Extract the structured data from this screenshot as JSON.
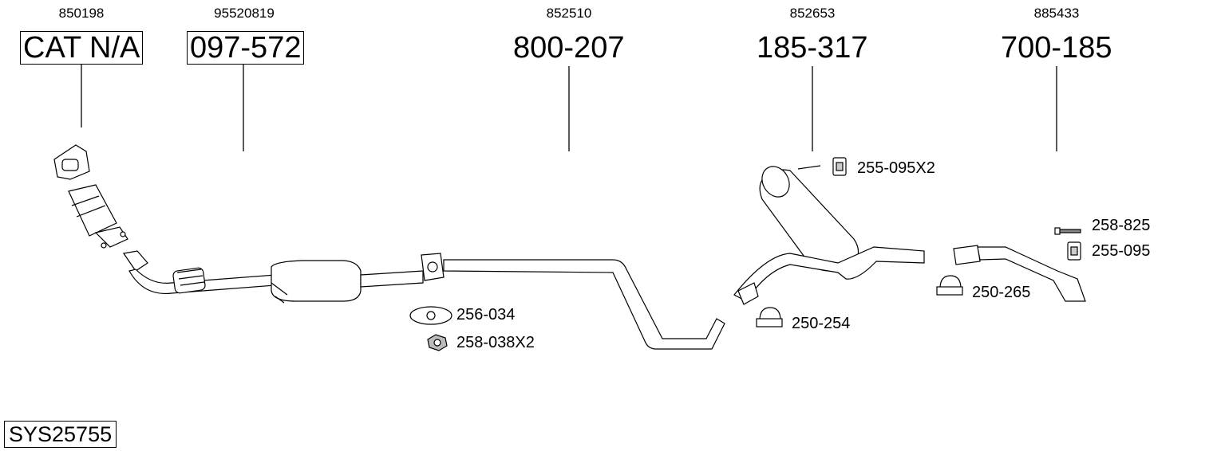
{
  "groups": [
    {
      "oem": "850198",
      "part": "CAT N/A"
    },
    {
      "oem": "95520819",
      "part": "097-572"
    },
    {
      "oem": "852510",
      "part": "800-207"
    },
    {
      "oem": "852653",
      "part": "185-317"
    },
    {
      "oem": "885433",
      "part": "700-185"
    }
  ],
  "accessories": [
    {
      "label": "255-095X2",
      "icon": "rubber-hanger-icon"
    },
    {
      "label": "258-825",
      "icon": "bolt-icon"
    },
    {
      "label": "255-095",
      "icon": "rubber-hanger-icon"
    },
    {
      "label": "256-034",
      "icon": "gasket-icon"
    },
    {
      "label": "258-038X2",
      "icon": "nut-icon"
    },
    {
      "label": "250-254",
      "icon": "clamp-icon"
    },
    {
      "label": "250-265",
      "icon": "clamp-icon"
    }
  ],
  "system_code": "SYS25755"
}
